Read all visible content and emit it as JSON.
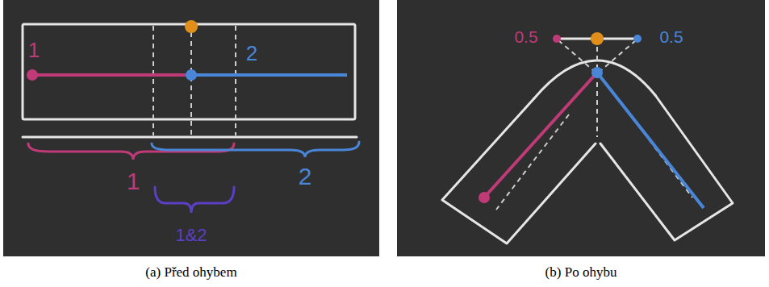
{
  "diagram": {
    "labels": [
      "1",
      "2",
      "1",
      "2",
      "1&2",
      "(a) Před ohybem",
      "0.5",
      "0.5",
      "(b) Po ohybu"
    ]
  }
}
